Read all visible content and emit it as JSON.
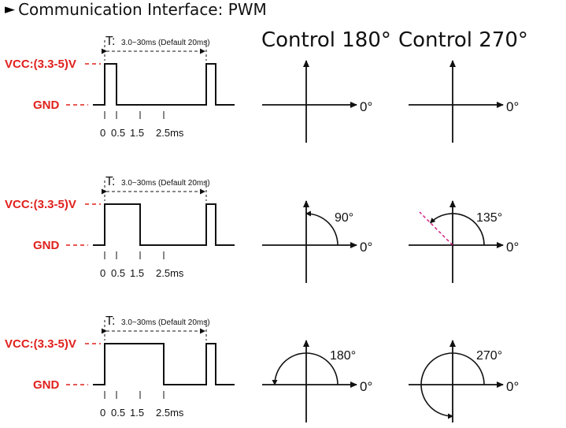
{
  "header": {
    "arrow": "►",
    "title": "Communication Interface: PWM"
  },
  "columns": {
    "left_title": "Control 180°",
    "right_title": "Control 270°"
  },
  "signal": {
    "vcc_label": "VCC:(3.3-5)V",
    "gnd_label": "GND",
    "period_letter": "T:",
    "period_text": "3.0~30ms (Default 20ms)",
    "ticks": [
      "0",
      "0.5",
      "1.5",
      "2.5ms"
    ]
  },
  "rows": [
    {
      "pulse_ms": 0.5,
      "angle_180": "",
      "angle_270": "",
      "zero_label": "0°"
    },
    {
      "pulse_ms": 1.5,
      "angle_180": "90°",
      "angle_270": "135°",
      "zero_label": "0°"
    },
    {
      "pulse_ms": 2.5,
      "angle_180": "180°",
      "angle_270": "270°",
      "zero_label": "0°"
    }
  ],
  "colors": {
    "label_red": "#e0201c",
    "line": "#111111",
    "dashed_pink": "#d4147a"
  }
}
